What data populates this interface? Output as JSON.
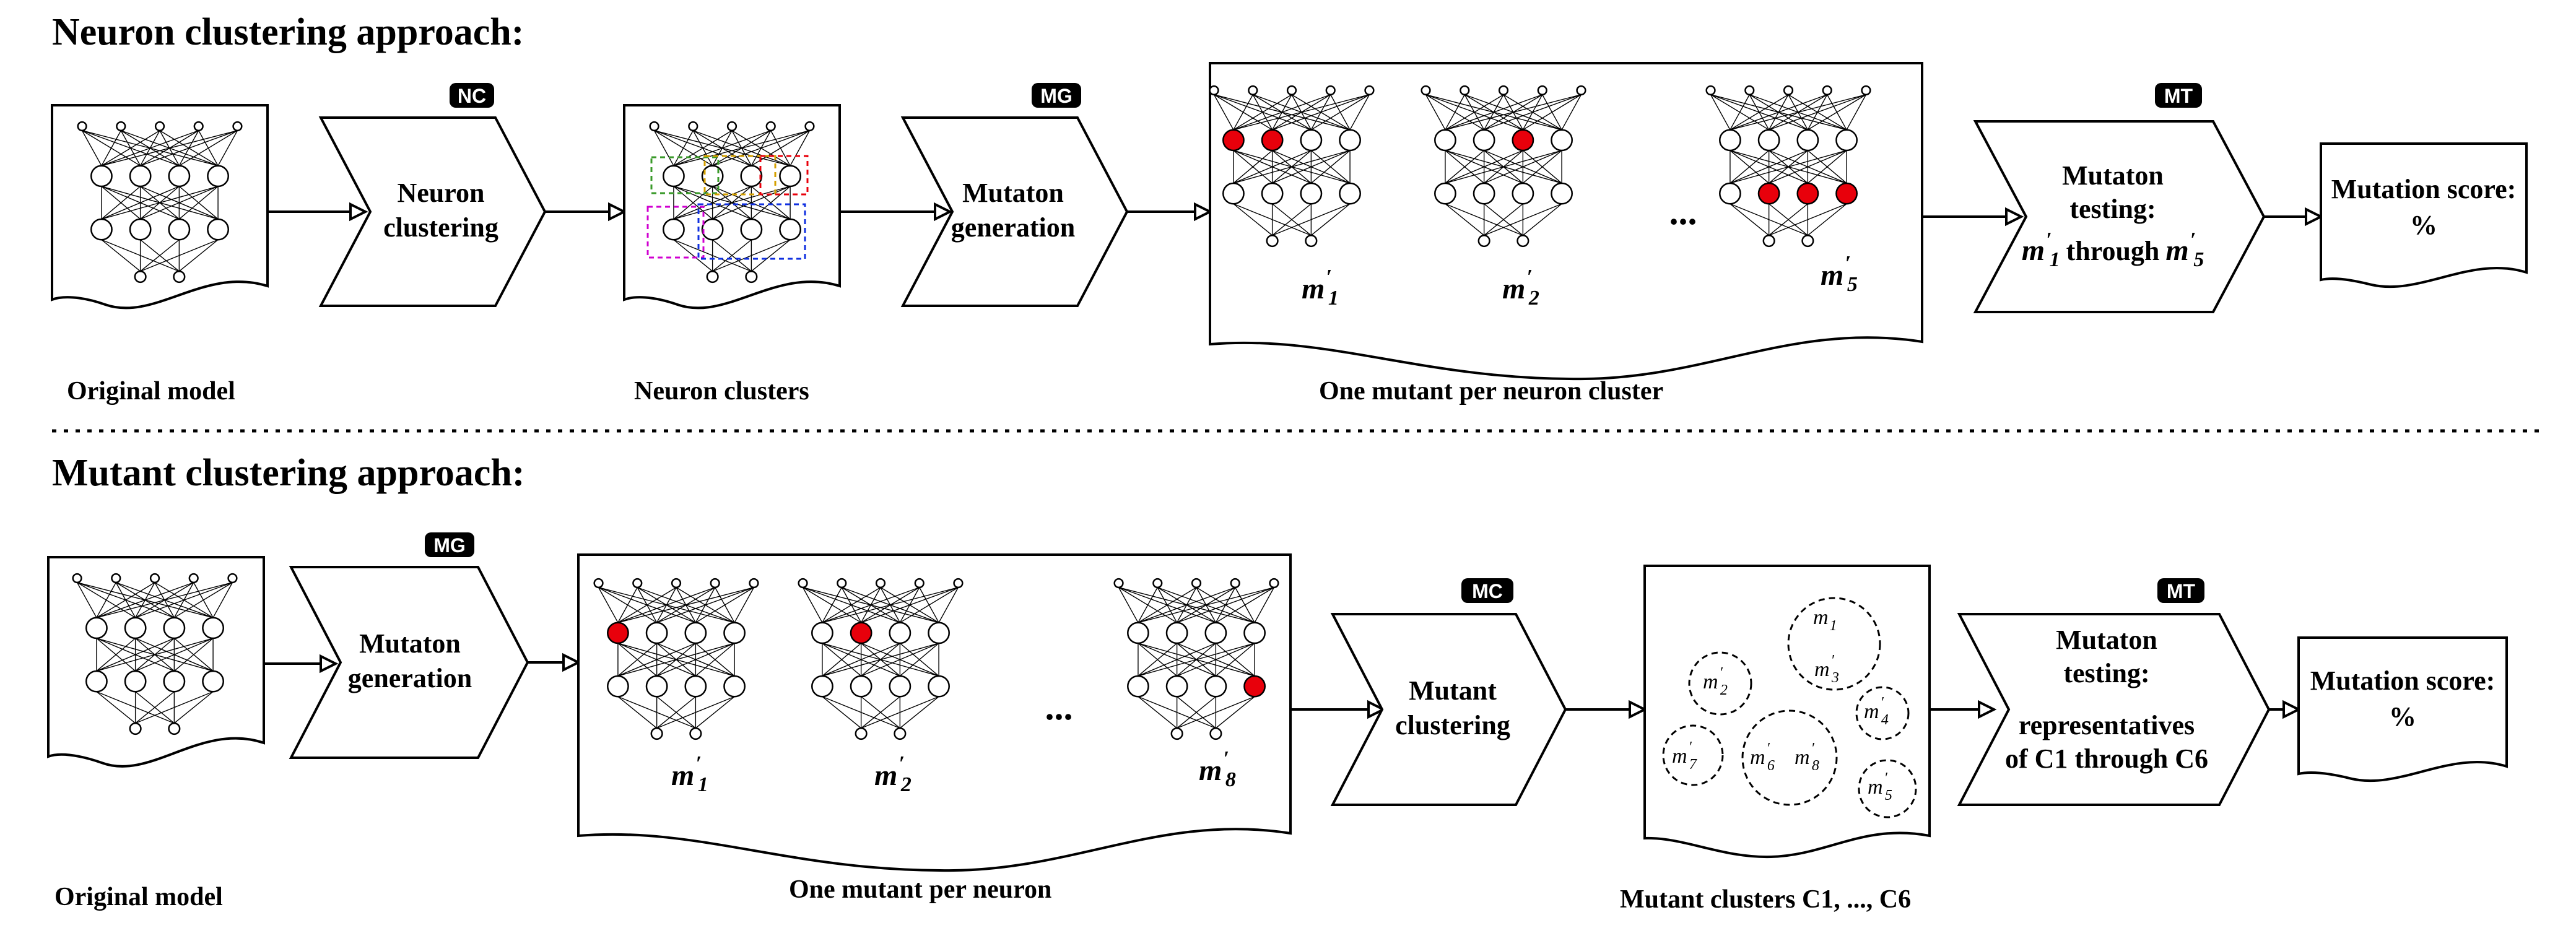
{
  "colors": {
    "mutated_neuron": "#e8000b",
    "badge_bg": "#000000",
    "ink": "#000000"
  },
  "top_section": {
    "heading": "Neuron clustering approach:",
    "original_label": "Original model",
    "clusters_label": "Neuron clusters",
    "mutants_label": "One mutant per neuron cluster",
    "nc_badge": "NC",
    "nc_step": [
      "Neuron",
      "clustering"
    ],
    "mg_badge": "MG",
    "mg_step": [
      "Mutaton",
      "generation"
    ],
    "mt_badge": "MT",
    "mt_step": [
      "Mutaton",
      "testing:"
    ],
    "mt_through": "through",
    "mutants": [
      {
        "base": "m",
        "sub": "1"
      },
      {
        "base": "m",
        "sub": "2"
      },
      {
        "base": "m",
        "sub": "5"
      }
    ],
    "ellipsis": "...",
    "score": [
      "Mutation score:",
      "%"
    ]
  },
  "bottom_section": {
    "heading": "Mutant clustering approach:",
    "original_label": "Original model",
    "mutants_label": "One mutant per neuron",
    "clusters_label": "Mutant clusters C1, ..., C6",
    "mg_badge": "MG",
    "mg_step": [
      "Mutaton",
      "generation"
    ],
    "mc_badge": "MC",
    "mc_step": [
      "Mutant",
      "clustering"
    ],
    "mt_badge": "MT",
    "mt_step": [
      "Mutaton",
      "testing:",
      "representatives",
      "of C1 through C6"
    ],
    "mutants": [
      {
        "base": "m",
        "sub": "1"
      },
      {
        "base": "m",
        "sub": "2"
      },
      {
        "base": "m",
        "sub": "8"
      }
    ],
    "ellipsis": "...",
    "cluster_members": [
      {
        "base": "m",
        "sub": "1"
      },
      {
        "base": "m",
        "sub": "3"
      },
      {
        "base": "m",
        "sub": "2"
      },
      {
        "base": "m",
        "sub": "4"
      },
      {
        "base": "m",
        "sub": "7"
      },
      {
        "base": "m",
        "sub": "6"
      },
      {
        "base": "m",
        "sub": "8"
      },
      {
        "base": "m",
        "sub": "5"
      }
    ],
    "score": [
      "Mutation score:",
      "%"
    ]
  }
}
